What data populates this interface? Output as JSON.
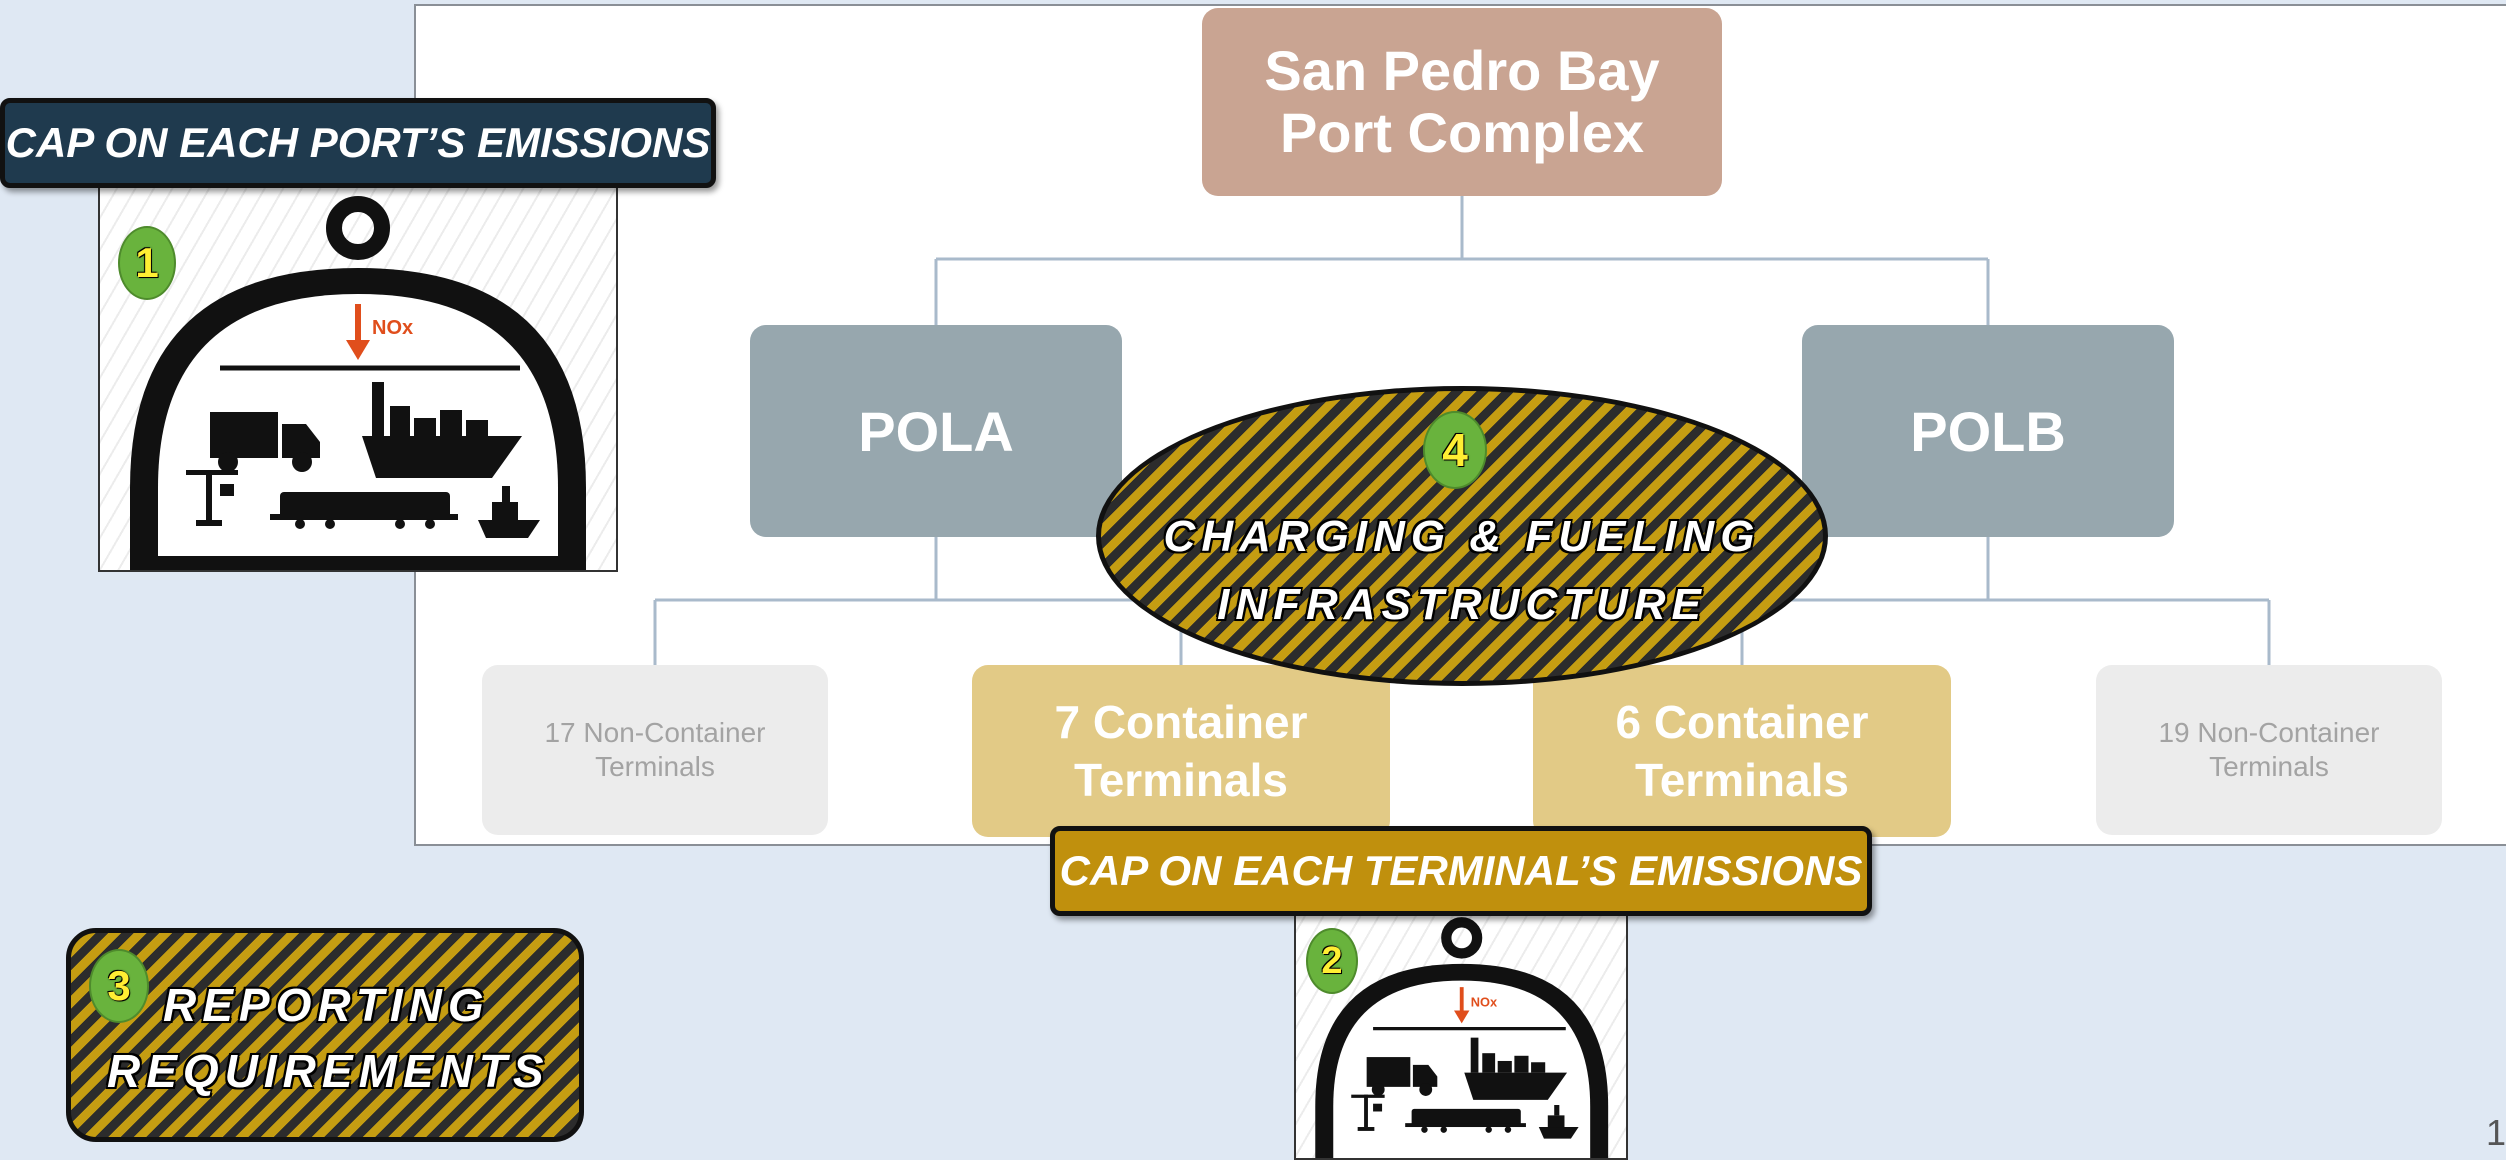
{
  "diagram": {
    "root": {
      "line1": "San Pedro Bay",
      "line2": "Port Complex"
    },
    "pola": {
      "label": "POLA"
    },
    "polb": {
      "label": "POLB"
    },
    "terminals": {
      "pola_noncontainer": {
        "line1": "17 Non-Container",
        "line2": "Terminals"
      },
      "pola_container": {
        "line1": "7 Container",
        "line2": "Terminals"
      },
      "polb_container": {
        "line1": "6 Container",
        "line2": "Terminals"
      },
      "polb_noncontainer": {
        "line1": "19 Non-Container",
        "line2": "Terminals"
      }
    }
  },
  "callouts": {
    "port_cap": {
      "banner": "CAP ON EACH PORT’S EMISSIONS",
      "number": "1",
      "pollutant": "NOx"
    },
    "terminal_cap": {
      "banner": "CAP ON EACH TERMINAL’S EMISSIONS",
      "number": "2",
      "pollutant": "NOx"
    },
    "reporting": {
      "number": "3",
      "line1": "REPORTING",
      "line2": "REQUIREMENTS"
    },
    "infrastructure": {
      "number": "4",
      "line1": "CHARGING & FUELING",
      "line2": "INFRASTRUCTURE"
    }
  },
  "page_number": "1",
  "colors": {
    "root": "#c9a492",
    "port": "#97a7ae",
    "container_terminal": "#e2ca86",
    "noncontainer_terminal": "#ececec",
    "port_banner": "#1f3a4e",
    "terminal_banner": "#c0900d",
    "hatch_gold": "#c59d12",
    "hatch_dark": "#2c2c2c",
    "badge_green": "#69b33d",
    "badge_digit": "#ffee33",
    "arrow": "#e04e1c"
  }
}
